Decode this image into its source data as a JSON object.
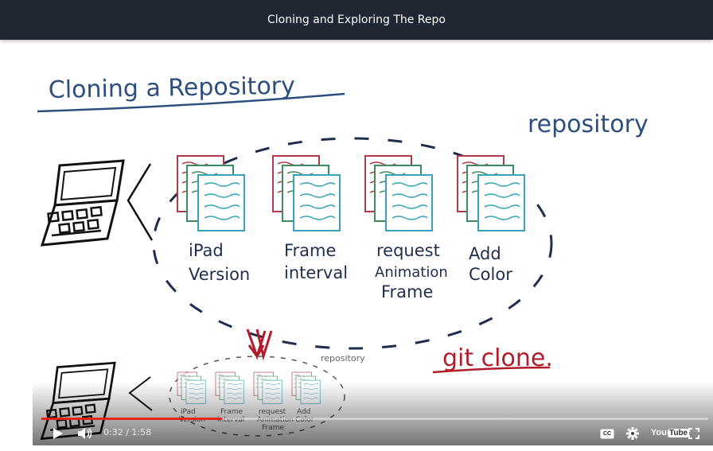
{
  "header": {
    "title": "Cloning and Exploring The Repo"
  },
  "video": {
    "board": {
      "title": "Cloning a Repository",
      "repo_label": "repository",
      "branches": [
        {
          "line1": "iPad",
          "line2": "Version",
          "line3": ""
        },
        {
          "line1": "Frame",
          "line2": "interval",
          "line3": ""
        },
        {
          "line1": "request",
          "line2": "Animation",
          "line3": "Frame"
        },
        {
          "line1": "Add",
          "line2": "Color",
          "line3": ""
        }
      ],
      "git_clone_label": "git clone.",
      "small_repo_label": "repository",
      "small_branches": [
        {
          "line1": "iPad",
          "line2": "Version",
          "line3": ""
        },
        {
          "line1": "Frame",
          "line2": "interval",
          "line3": ""
        },
        {
          "line1": "request",
          "line2": "Animation",
          "line3": "Frame"
        },
        {
          "line1": "Add",
          "line2": "Color",
          "line3": ""
        }
      ]
    },
    "player": {
      "current_time": "0:32",
      "duration": "1:58",
      "time_display": "0:32 / 1:58",
      "progress": 0.271,
      "youtube_you": "You",
      "youtube_tube": "Tube",
      "cc_label": "CC",
      "accent_color": "#e62117"
    }
  }
}
